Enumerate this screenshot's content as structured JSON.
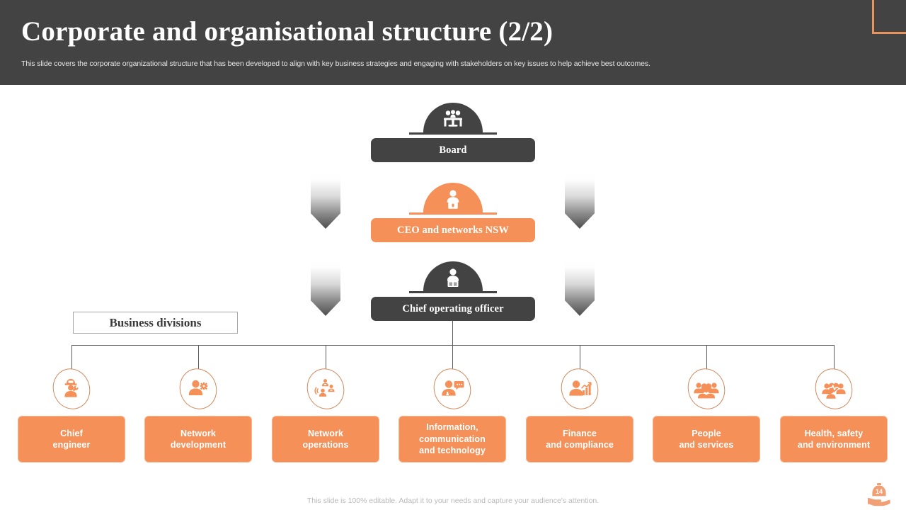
{
  "header": {
    "title": "Corporate and organisational structure (2/2)",
    "subtitle": "This slide covers the corporate organizational structure that has been developed to align with key business strategies and engaging with stakeholders on key issues to help achieve best outcomes.",
    "background_color": "#434343",
    "accent_color": "#e8945f"
  },
  "hierarchy": {
    "board": {
      "label": "Board",
      "icon": "board-meeting-icon",
      "color": "#434343"
    },
    "ceo": {
      "label": "CEO and networks NSW",
      "icon": "executive-person-icon",
      "color": "#f59058"
    },
    "coo": {
      "label": "Chief operating officer",
      "icon": "business-person-icon",
      "color": "#434343"
    }
  },
  "arrows": {
    "icon": "down-arrow-gradient",
    "gradient_from": "#ffffff",
    "gradient_to": "#4d4d4d"
  },
  "business_divisions": {
    "label": "Business divisions",
    "items": [
      {
        "label": "Chief\nengineer",
        "line1": "Chief",
        "line2": "engineer",
        "line3": "",
        "icon": "engineer-hardhat-wrench-icon"
      },
      {
        "label": "Network\ndevelopment",
        "line1": "Network",
        "line2": "development",
        "line3": "",
        "icon": "person-gear-icon"
      },
      {
        "label": "Network\noperations",
        "line1": "Network",
        "line2": "operations",
        "line3": "",
        "icon": "network-people-icon"
      },
      {
        "label": "Information,\ncommunication\nand technology",
        "line1": "Information,",
        "line2": "communication",
        "line3": "and technology",
        "icon": "person-chat-bubble-icon"
      },
      {
        "label": "Finance\nand compliance",
        "line1": "Finance",
        "line2": "and compliance",
        "line3": "",
        "icon": "person-growth-chart-icon"
      },
      {
        "label": "People\nand services",
        "line1": "People",
        "line2": "and services",
        "line3": "",
        "icon": "people-heart-icon"
      },
      {
        "label": "Health, safety\nand environment",
        "line1": "Health, safety",
        "line2": "and environment",
        "line3": "",
        "icon": "people-heartbeat-icon"
      }
    ],
    "card_color": "#f59058"
  },
  "footer": {
    "note": "This slide is 100% editable. Adapt it to your needs and capture your audience's attention.",
    "page_number": "14",
    "page_icon": "hand-holding-money-jar-icon"
  }
}
